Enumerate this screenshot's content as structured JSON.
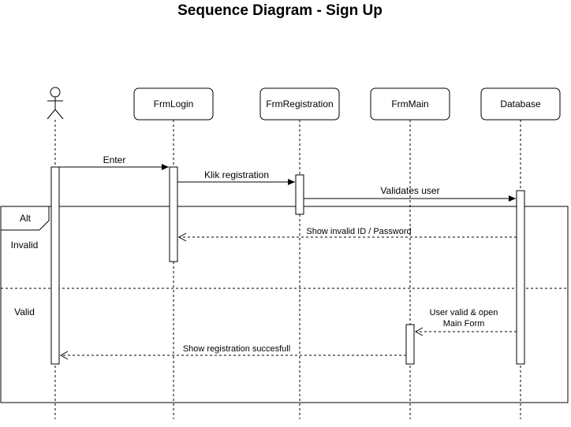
{
  "title": "Sequence Diagram - Sign Up",
  "participants": [
    {
      "id": "actor",
      "label": ""
    },
    {
      "id": "frmlogin",
      "label": "FrmLogin"
    },
    {
      "id": "frmregistration",
      "label": "FrmRegistration"
    },
    {
      "id": "frmmain",
      "label": "FrmMain"
    },
    {
      "id": "database",
      "label": "Database"
    }
  ],
  "messages": [
    {
      "id": "enter",
      "label": "Enter",
      "style": "solid"
    },
    {
      "id": "klik-registration",
      "label": "Klik registration",
      "style": "solid"
    },
    {
      "id": "validates-user",
      "label": "Validates user",
      "style": "solid"
    },
    {
      "id": "show-invalid",
      "label": "Show invalid ID / Password",
      "style": "dashed"
    },
    {
      "id": "user-valid",
      "label_line1": "User valid & open",
      "label_line2": "Main Form",
      "style": "dashed"
    },
    {
      "id": "show-registration",
      "label": "Show registration succesfull",
      "style": "dashed"
    }
  ],
  "fragment": {
    "operator": "Alt",
    "guard_invalid": "Invalid",
    "guard_valid": "Valid"
  },
  "colors": {
    "stroke": "#000000",
    "background": "#ffffff"
  }
}
